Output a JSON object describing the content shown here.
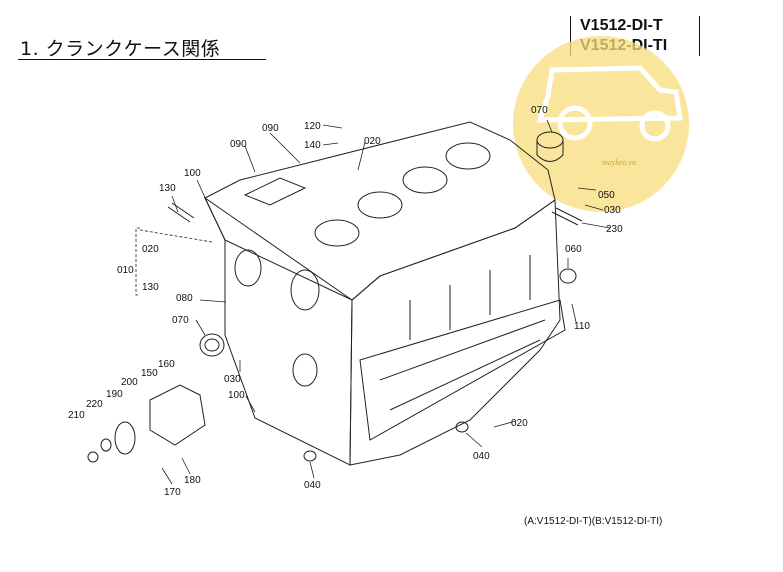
{
  "page": {
    "title": "1. クランクケース関係",
    "models": [
      "V1512-DI-T",
      "V1512-DI-TI"
    ],
    "footer_note": "(A:V1512-DI-T)(B:V1512-DI-TI)"
  },
  "watermark": {
    "text": "maykeo.vn",
    "color": "#f5d76e"
  },
  "part_labels": {
    "l120": "120",
    "l140": "140",
    "l020a": "020",
    "l090a": "090",
    "l090b": "090",
    "l100a": "100",
    "l130a": "130",
    "l010": "010",
    "l020b": "020",
    "l130b": "130",
    "l080": "080",
    "l070a": "070",
    "l070b": "070",
    "l050": "050",
    "l030a": "030",
    "l230": "230",
    "l060": "060",
    "l110": "110",
    "l160": "160",
    "l150": "150",
    "l200": "200",
    "l190": "190",
    "l220": "220",
    "l210": "210",
    "l030b": "030",
    "l100b": "100",
    "l020c": "020",
    "l040a": "040",
    "l040b": "040",
    "l180": "180",
    "l170": "170"
  }
}
